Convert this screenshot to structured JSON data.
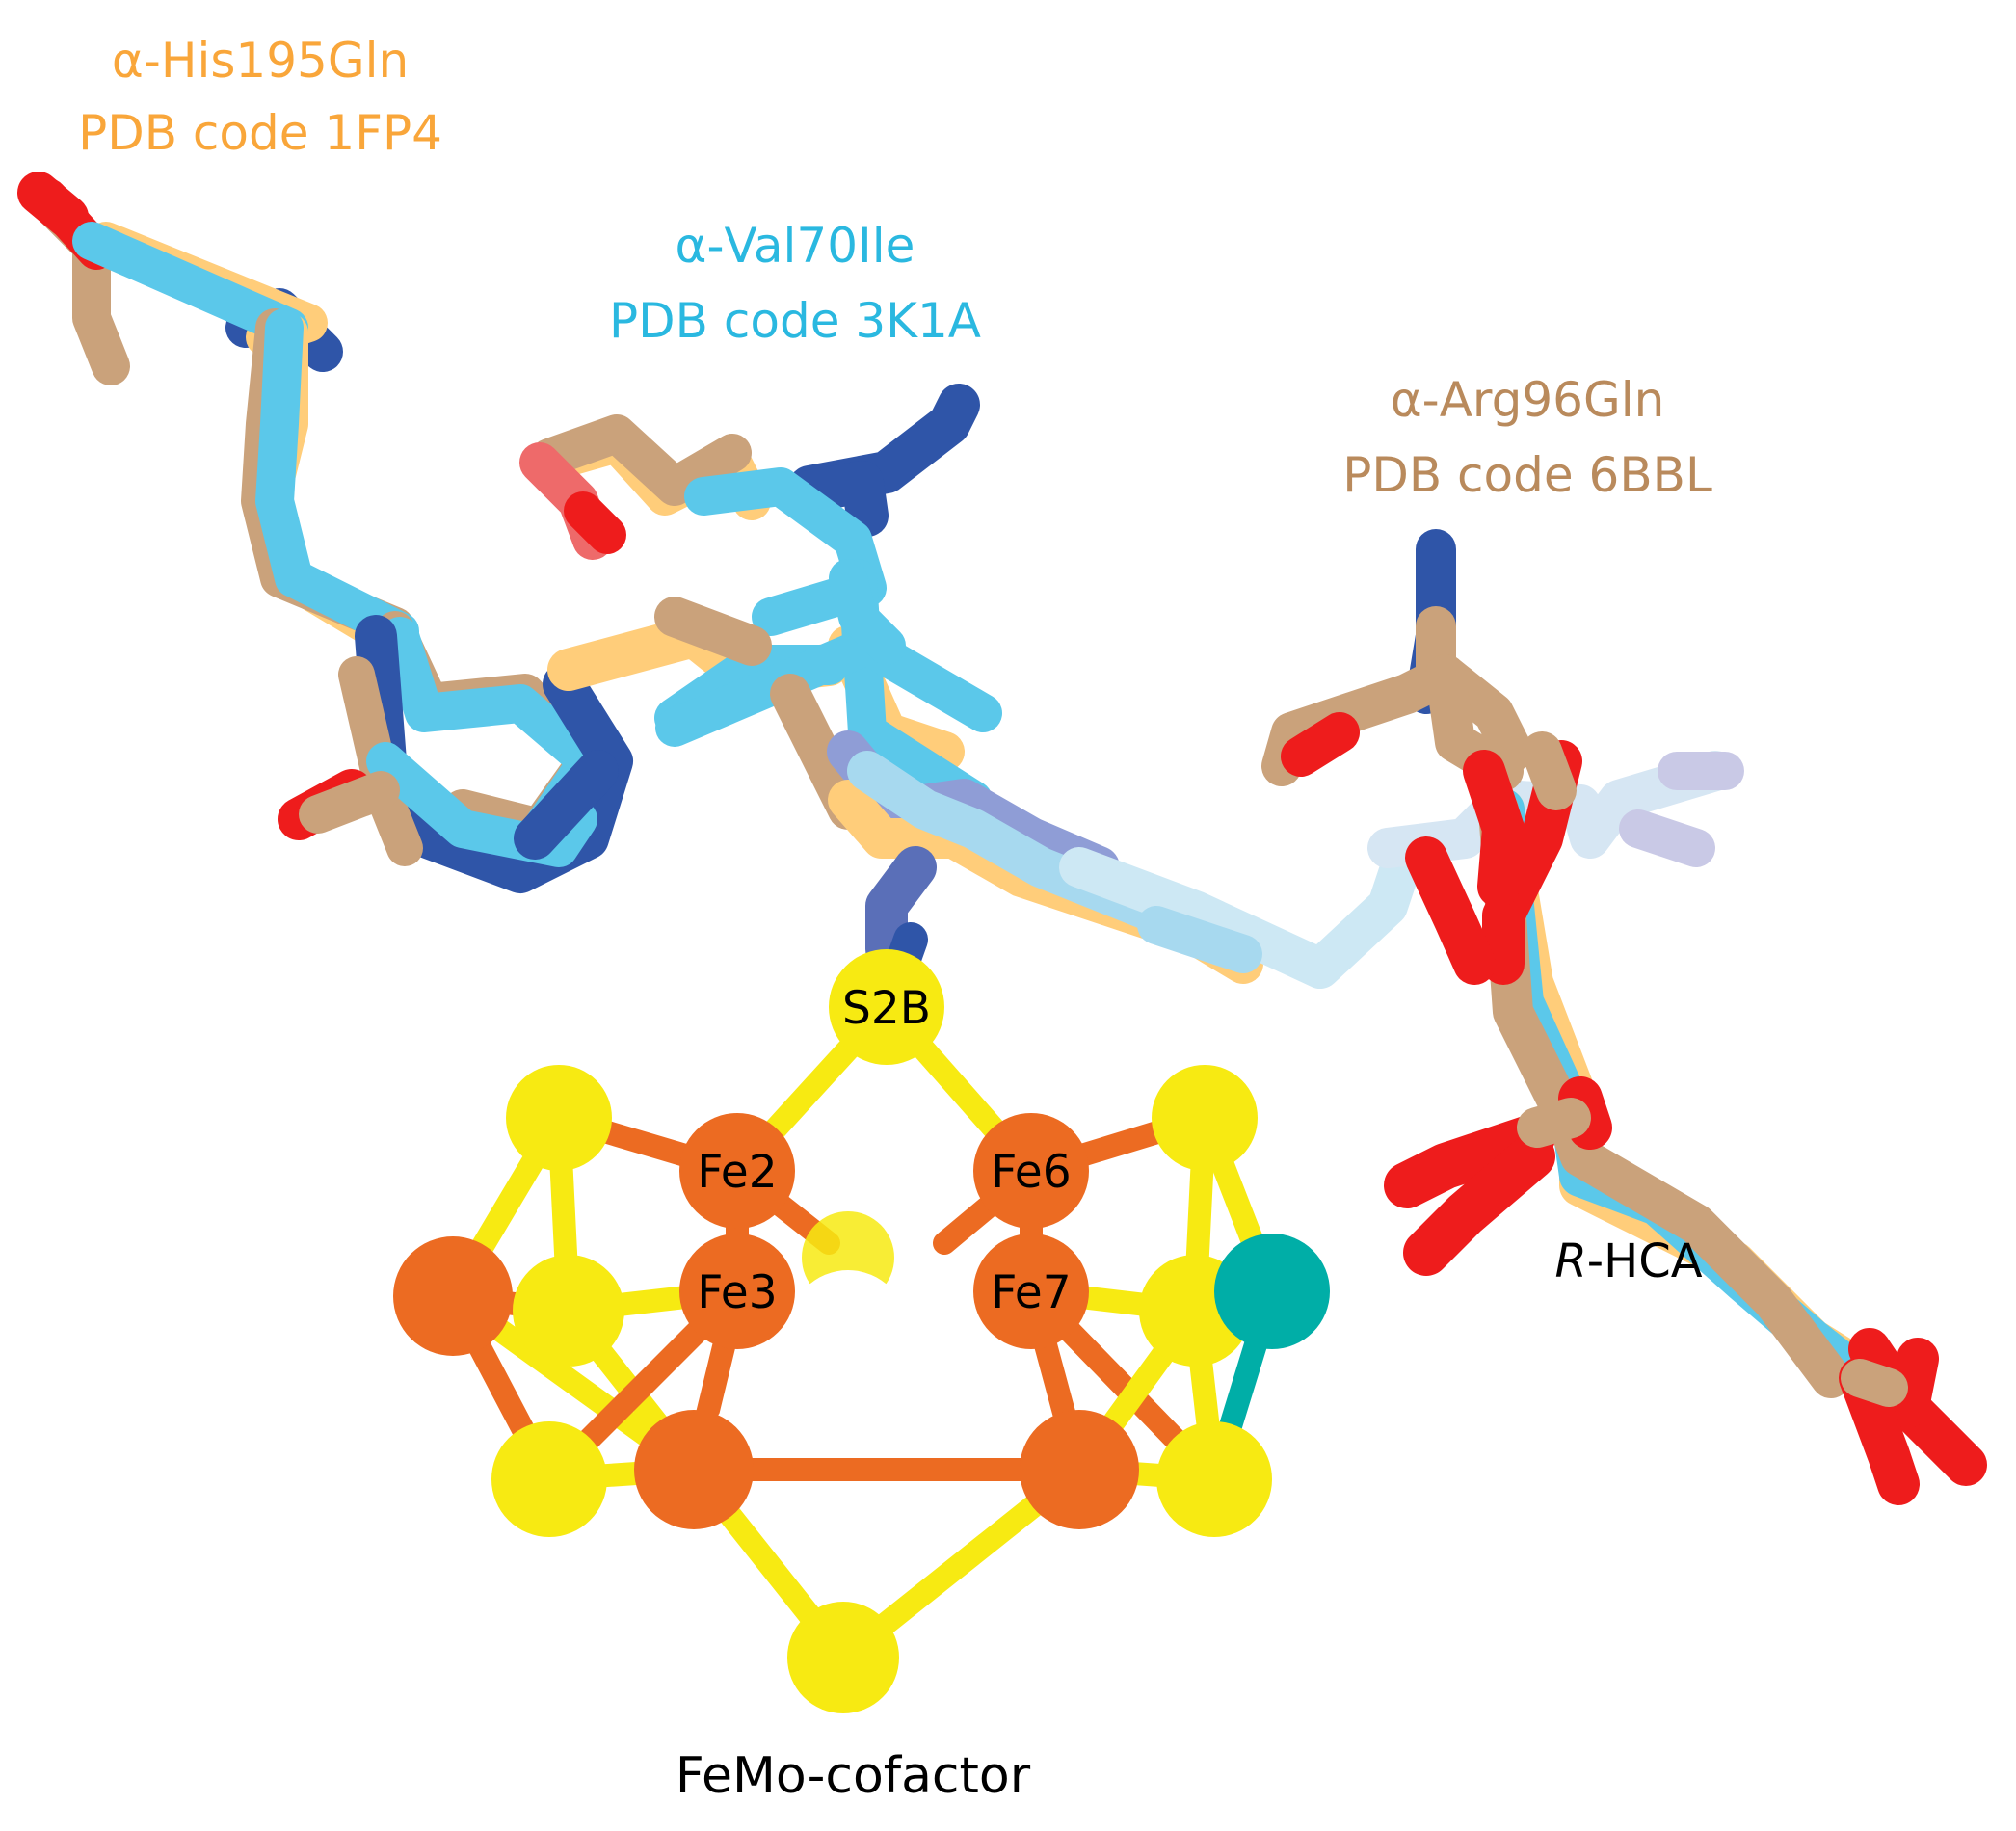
{
  "labels": {
    "his195": {
      "line1": "α-His195Gln",
      "line2": "PDB code 1FP4",
      "color": "#f9a63a"
    },
    "val70": {
      "line1": "α-Val70Ile",
      "line2": "PDB code 3K1A",
      "color": "#2ab8e0"
    },
    "arg96": {
      "line1": "α-Arg96Gln",
      "line2": "PDB code 6BBL",
      "color": "#b98a5c"
    },
    "hca": {
      "prefix": "R",
      "suffix": "-HCA"
    },
    "cofactor": "FeMo-cofactor"
  },
  "atoms": {
    "s2b": "S2B",
    "fe2": "Fe2",
    "fe3": "Fe3",
    "fe6": "Fe6",
    "fe7": "Fe7"
  },
  "colors": {
    "carbon_1fp4": "#ffcd7a",
    "carbon_3k1a": "#5bc8ea",
    "carbon_6bbl": "#caa27b",
    "nitrogen": "#2f55a8",
    "oxygen": "#ee1c1c",
    "sulfur": "#f7ea12",
    "iron": "#ec6b22",
    "molybdenum": "#00aea7",
    "carbide": "#ffffff"
  }
}
